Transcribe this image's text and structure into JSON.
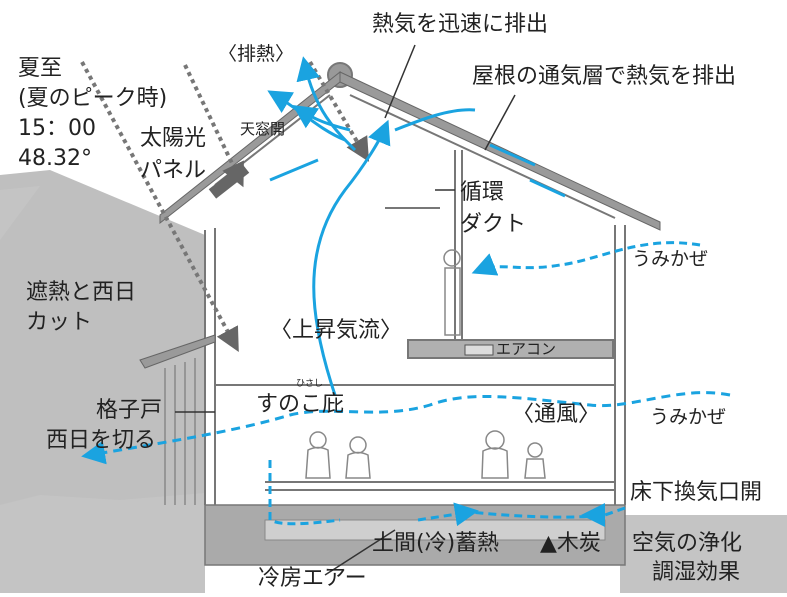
{
  "labels": {
    "summer_solstice_line1": "夏至",
    "summer_solstice_line2": "(夏のピーク時)",
    "summer_solstice_time": "15：00",
    "summer_solstice_angle": "48.32°",
    "exhaust_heat": "〈排熱〉",
    "hot_air_exhaust": "熱気を迅速に排出",
    "roof_vent_layer": "屋根の通気層で熱気を排出",
    "skylight_open": "天窓開",
    "solar_panel_line1": "太陽光",
    "solar_panel_line2": "パネル",
    "circulation_duct_line1": "循環",
    "circulation_duct_line2": "ダクト",
    "sea_breeze_upper": "うみかぜ",
    "shade_line1": "遮熱と西日",
    "shade_line2": "カット",
    "updraft": "〈上昇気流〉",
    "air_conditioner": "エアコン",
    "eaves_ruby": "ひさし",
    "sunoko_eaves": "すのこ庇",
    "lattice_door": "格子戸",
    "cut_west_sun": "西日を切る",
    "ventilation": "〈通風〉",
    "sea_breeze_lower": "うみかぜ",
    "underfloor_vent": "床下換気口開",
    "earth_floor_storage": "土間(冷)蓄熱",
    "charcoal": "▲木炭",
    "air_purification": "空気の浄化",
    "humidity_control": "調湿効果",
    "cooling_air": "冷房エアー"
  },
  "colors": {
    "airflow": "#1aa3e0",
    "sun_ray": "#777777",
    "shadow": "#b3b3b3",
    "ground": "#bdbdbd",
    "wall": "#8c8c8c"
  }
}
